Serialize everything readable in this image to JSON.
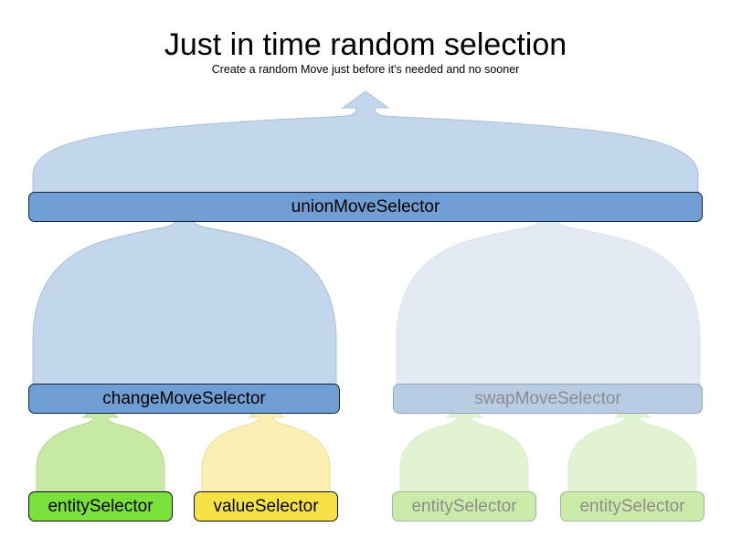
{
  "header": {
    "title": "Just in time random selection",
    "subtitle": "Create a random Move just before it's needed and no sooner"
  },
  "palette": {
    "blue_fill": "#6F9ED4",
    "blue_funnel": "#C2D6EC",
    "blue_faded_fill": "#B6CDE4",
    "blue_faded_funnel": "#E3EAF4",
    "green_fill": "#79E03C",
    "green_funnel": "#C6EAA4",
    "green_faded_fill": "#CBEBA8",
    "green_faded_funnel": "#E2F3D2",
    "yellow_fill": "#F7E245",
    "yellow_funnel": "#FBEFB2",
    "border_dark": "#12223A",
    "border_faded": "#9AA4AE",
    "text_dark": "#000000",
    "text_faded": "#8D8D8D"
  },
  "diagram": {
    "type": "tree",
    "levels": [
      {
        "level": 1,
        "nodes": [
          {
            "id": "union",
            "label": "unionMoveSelector",
            "style": "blue",
            "faded": false
          }
        ]
      },
      {
        "level": 2,
        "nodes": [
          {
            "id": "change",
            "label": "changeMoveSelector",
            "style": "blue",
            "faded": false
          },
          {
            "id": "swap",
            "label": "swapMoveSelector",
            "style": "blue",
            "faded": true
          }
        ]
      },
      {
        "level": 3,
        "nodes": [
          {
            "id": "entity1",
            "label": "entitySelector",
            "style": "green",
            "faded": false
          },
          {
            "id": "value1",
            "label": "valueSelector",
            "style": "yellow",
            "faded": false
          },
          {
            "id": "entity2",
            "label": "entitySelector",
            "style": "green",
            "faded": true
          },
          {
            "id": "entity3",
            "label": "entitySelector",
            "style": "green",
            "faded": true
          }
        ]
      }
    ],
    "edges": [
      {
        "from": "change",
        "to": "union",
        "style": "blue"
      },
      {
        "from": "swap",
        "to": "union",
        "style": "blue-faded"
      },
      {
        "from": "entity1",
        "to": "change",
        "style": "green"
      },
      {
        "from": "value1",
        "to": "change",
        "style": "yellow"
      },
      {
        "from": "entity2",
        "to": "swap",
        "style": "green-faded"
      },
      {
        "from": "entity3",
        "to": "swap",
        "style": "green-faded"
      },
      {
        "from": "union",
        "to": "output",
        "style": "blue"
      }
    ],
    "labels": {
      "union": "unionMoveSelector",
      "change": "changeMoveSelector",
      "swap": "swapMoveSelector",
      "entity1": "entitySelector",
      "value1": "valueSelector",
      "entity2": "entitySelector",
      "entity3": "entitySelector"
    }
  }
}
